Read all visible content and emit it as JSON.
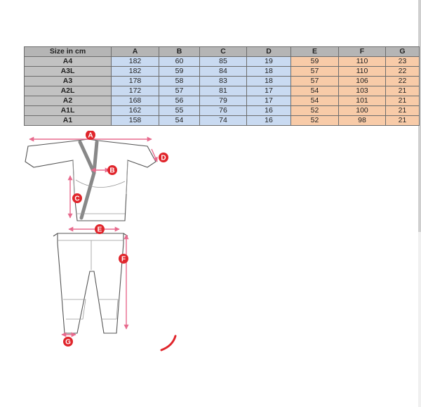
{
  "table": {
    "header": [
      "Size in cm",
      "A",
      "B",
      "C",
      "D",
      "E",
      "F",
      "G"
    ],
    "rows": [
      {
        "size": "A4",
        "values": [
          "182",
          "60",
          "85",
          "19",
          "59",
          "110",
          "23"
        ]
      },
      {
        "size": "A3L",
        "values": [
          "182",
          "59",
          "84",
          "18",
          "57",
          "110",
          "22"
        ]
      },
      {
        "size": "A3",
        "values": [
          "178",
          "58",
          "83",
          "18",
          "57",
          "106",
          "22"
        ]
      },
      {
        "size": "A2L",
        "values": [
          "172",
          "57",
          "81",
          "17",
          "54",
          "103",
          "21"
        ]
      },
      {
        "size": "A2",
        "values": [
          "168",
          "56",
          "79",
          "17",
          "54",
          "101",
          "21"
        ]
      },
      {
        "size": "A1L",
        "values": [
          "162",
          "55",
          "76",
          "16",
          "52",
          "100",
          "21"
        ]
      },
      {
        "size": "A1",
        "values": [
          "158",
          "54",
          "74",
          "16",
          "52",
          "98",
          "21"
        ]
      }
    ]
  },
  "diagram": {
    "markers": [
      "A",
      "B",
      "C",
      "D",
      "E",
      "F",
      "G"
    ]
  },
  "colors": {
    "header_bg": "#b5b5b5",
    "size_bg": "#c2c2c2",
    "blue_cells": "#c9daf1",
    "orange_cells": "#f8cba8",
    "marker_red": "#e0252b",
    "arrow_pink": "#e86a8d"
  }
}
